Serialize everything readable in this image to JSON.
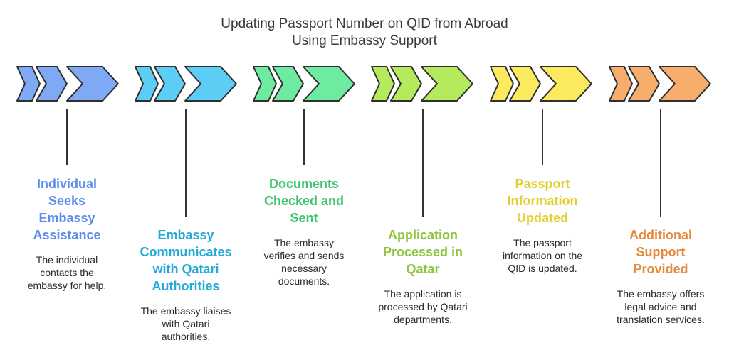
{
  "title": [
    "Updating Passport Number on QID from Abroad",
    "Using Embassy Support"
  ],
  "steps": [
    {
      "title": [
        "Individual",
        "Seeks",
        "Embassy",
        "Assistance"
      ],
      "description": [
        "The individual",
        "contacts the",
        "embassy for help."
      ],
      "color": "#5B8DEF",
      "fill": "#7FA8F5"
    },
    {
      "title": [
        "Embassy",
        "Communicates",
        "with Qatari",
        "Authorities"
      ],
      "description": [
        "The embassy liaises",
        "with Qatari",
        "authorities."
      ],
      "color": "#25A9D6",
      "fill": "#5CCDF5"
    },
    {
      "title": [
        "Documents",
        "Checked and",
        "Sent"
      ],
      "description": [
        "The embassy",
        "verifies and sends",
        "necessary",
        "documents."
      ],
      "color": "#3FC46F",
      "fill": "#6DEBA0"
    },
    {
      "title": [
        "Application",
        "Processed in",
        "Qatar"
      ],
      "description": [
        "The application is",
        "processed by Qatari",
        "departments."
      ],
      "color": "#8DC43C",
      "fill": "#B5EA5C"
    },
    {
      "title": [
        "Passport",
        "Information",
        "Updated"
      ],
      "description": [
        "The passport",
        "information on the",
        "QID is updated."
      ],
      "color": "#E2CE2E",
      "fill": "#FBEA5E"
    },
    {
      "title": [
        "Additional",
        "Support",
        "Provided"
      ],
      "description": [
        "The embassy offers",
        "legal advice and",
        "translation services."
      ],
      "color": "#E48A3A",
      "fill": "#F7AD6C"
    }
  ]
}
